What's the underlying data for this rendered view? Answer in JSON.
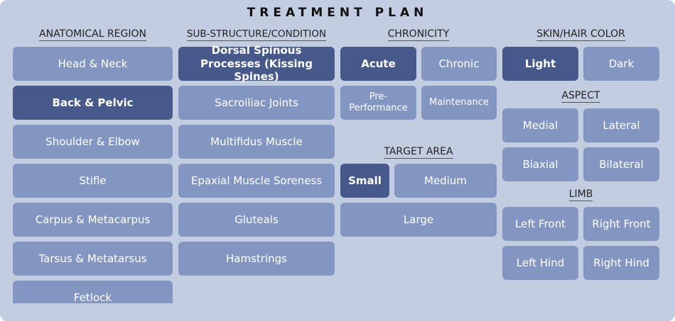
{
  "title": "TREATMENT PLAN",
  "headers": {
    "anatomical": "ANATOMICAL REGION",
    "sub": "SUB-STRUCTURE/CONDITION",
    "chronicity": "CHRONICITY",
    "skin": "SKIN/HAIR COLOR",
    "aspect": "ASPECT",
    "target": "TARGET AREA",
    "limb": "LIMB"
  },
  "anatomical": [
    "Head & Neck",
    "Back & Pelvic",
    "Shoulder & Elbow",
    "Stifle",
    "Carpus & Metacarpus",
    "Tarsus & Metatarsus",
    "Fetlock"
  ],
  "sub": [
    "Dorsal Spinous Processes (Kissing Spines)",
    "Sacroiliac Joints",
    "Multifidus Muscle",
    "Epaxial Muscle Soreness",
    "Gluteals",
    "Hamstrings"
  ],
  "chronicity": [
    "Acute",
    "Chronic",
    "Pre-Performance",
    "Maintenance"
  ],
  "skin": [
    "Light",
    "Dark"
  ],
  "aspect": [
    "Medial",
    "Lateral",
    "Biaxial",
    "Bilateral"
  ],
  "target": [
    "Small",
    "Medium",
    "Large"
  ],
  "limb": [
    "Left Front",
    "Right Front",
    "Left Hind",
    "Right Hind"
  ],
  "selected": {
    "anatomical": "Back & Pelvic",
    "sub": "Dorsal Spinous Processes (Kissing Spines)",
    "chronicity": "Acute",
    "skin": "Light",
    "target": "Small"
  },
  "colors": {
    "background": "#c3cde1",
    "button": "#8396c2",
    "selected": "#47598b"
  }
}
